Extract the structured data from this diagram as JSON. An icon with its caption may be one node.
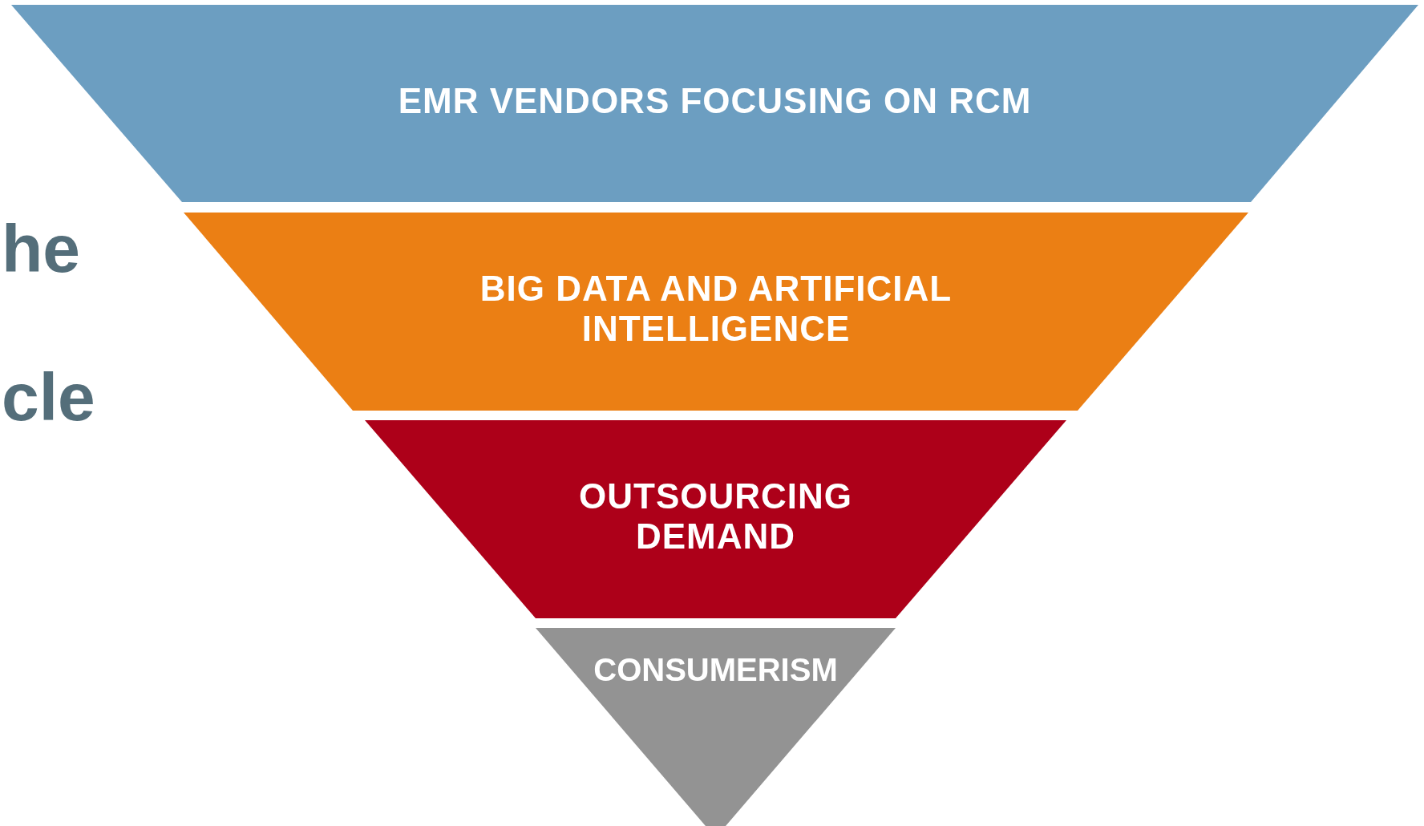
{
  "diagram": {
    "nodes": [
      {
        "text": [
          "EMR VENDORS FOCUSING ON RCM"
        ]
      },
      {
        "text": [
          "BIG DATA AND ARTIFICIAL INTELLIGENCE"
        ]
      },
      {
        "text": [
          "OUTSOURCING DEMAND"
        ]
      },
      {
        "text": [
          "CONSUMERISM"
        ]
      }
    ],
    "labels": [
      "he",
      "cle"
    ]
  }
}
